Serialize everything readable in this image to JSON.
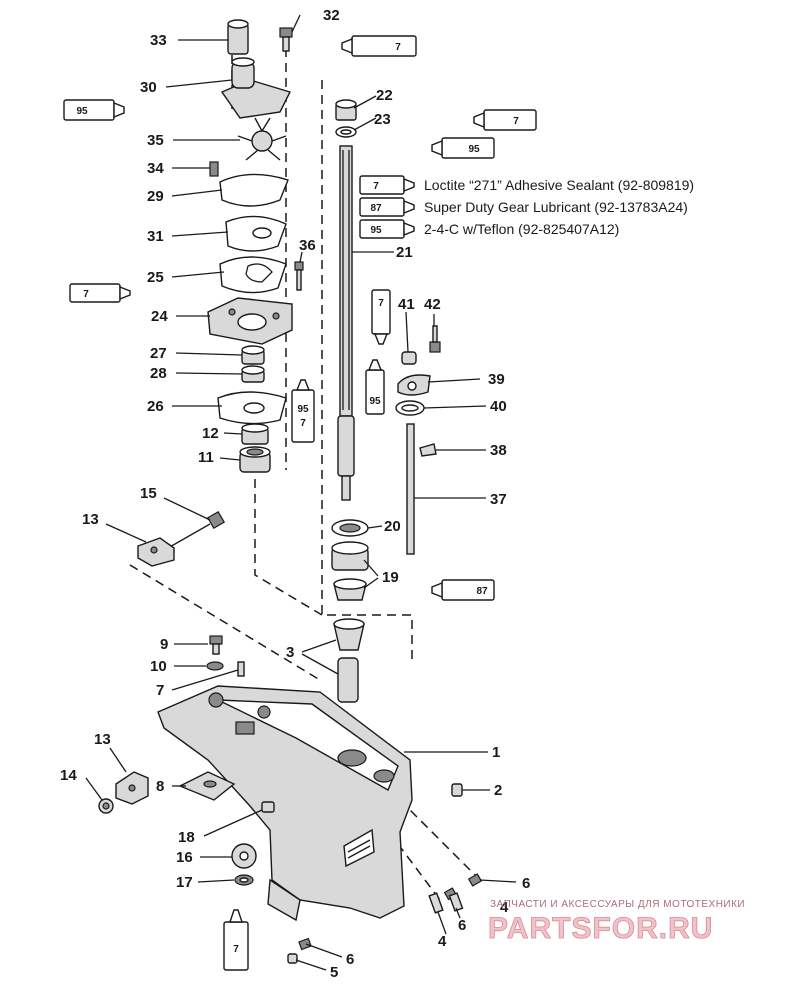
{
  "callouts": [
    {
      "id": "n32",
      "label": "32"
    },
    {
      "id": "n33",
      "label": "33"
    },
    {
      "id": "n30",
      "label": "30"
    },
    {
      "id": "n22",
      "label": "22"
    },
    {
      "id": "n23",
      "label": "23"
    },
    {
      "id": "n35",
      "label": "35"
    },
    {
      "id": "n34",
      "label": "34"
    },
    {
      "id": "n29",
      "label": "29"
    },
    {
      "id": "n31",
      "label": "31"
    },
    {
      "id": "n36",
      "label": "36"
    },
    {
      "id": "n21",
      "label": "21"
    },
    {
      "id": "n25",
      "label": "25"
    },
    {
      "id": "n24",
      "label": "24"
    },
    {
      "id": "n41",
      "label": "41"
    },
    {
      "id": "n42",
      "label": "42"
    },
    {
      "id": "n27",
      "label": "27"
    },
    {
      "id": "n28",
      "label": "28"
    },
    {
      "id": "n39",
      "label": "39"
    },
    {
      "id": "n26",
      "label": "26"
    },
    {
      "id": "n40",
      "label": "40"
    },
    {
      "id": "n12",
      "label": "12"
    },
    {
      "id": "n38",
      "label": "38"
    },
    {
      "id": "n11",
      "label": "11"
    },
    {
      "id": "n15",
      "label": "15"
    },
    {
      "id": "n37",
      "label": "37"
    },
    {
      "id": "n13a",
      "label": "13"
    },
    {
      "id": "n20",
      "label": "20"
    },
    {
      "id": "n19",
      "label": "19"
    },
    {
      "id": "n9",
      "label": "9"
    },
    {
      "id": "n3",
      "label": "3"
    },
    {
      "id": "n10",
      "label": "10"
    },
    {
      "id": "n7",
      "label": "7"
    },
    {
      "id": "n1",
      "label": "1"
    },
    {
      "id": "n13b",
      "label": "13"
    },
    {
      "id": "n2",
      "label": "2"
    },
    {
      "id": "n14",
      "label": "14"
    },
    {
      "id": "n8",
      "label": "8"
    },
    {
      "id": "n18",
      "label": "18"
    },
    {
      "id": "n16",
      "label": "16"
    },
    {
      "id": "n6a",
      "label": "6"
    },
    {
      "id": "n17",
      "label": "17"
    },
    {
      "id": "n4a",
      "label": "4"
    },
    {
      "id": "n6b",
      "label": "6"
    },
    {
      "id": "n4b",
      "label": "4"
    },
    {
      "id": "n6c",
      "label": "6"
    },
    {
      "id": "n5",
      "label": "5"
    }
  ],
  "tubes": [
    {
      "id": "t1",
      "code": "7"
    },
    {
      "id": "t2",
      "code": "95"
    },
    {
      "id": "t3",
      "code": "7"
    },
    {
      "id": "t4",
      "code": "95"
    },
    {
      "id": "t5",
      "code": "7"
    },
    {
      "id": "t6",
      "code": "87"
    },
    {
      "id": "t7",
      "code": "95"
    },
    {
      "id": "t8",
      "code": "7"
    },
    {
      "id": "t9",
      "code": "7"
    },
    {
      "id": "t10",
      "code": "95"
    },
    {
      "id": "t11",
      "code": "87"
    },
    {
      "id": "t12",
      "code": "7"
    }
  ],
  "tube_stacked": {
    "top": "95",
    "bottom": "7"
  },
  "legend": [
    "Loctite “271” Adhesive Sealant (92-809819)",
    "Super Duty Gear Lubricant (92-13783A24)",
    "2-4-C w/Teflon (92-825407A12)"
  ],
  "watermark": {
    "tagline": "ЗАПЧАСТИ И АКСЕССУАРЫ ДЛЯ МОТОТЕХНИКИ",
    "brand": "PARTSFOR.RU"
  }
}
